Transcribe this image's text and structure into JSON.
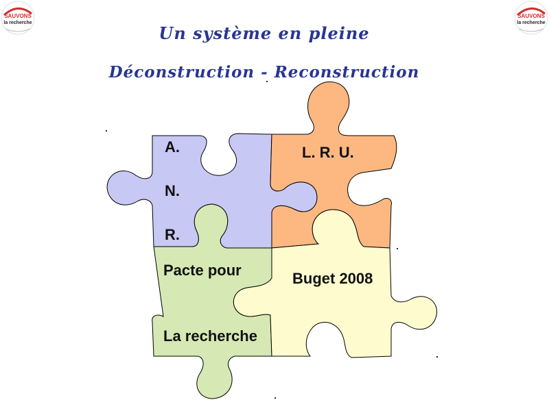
{
  "slide": {
    "title_line1": "Un système en pleine",
    "title_line2": "Déconstruction - Reconstruction"
  },
  "logo": {
    "brand_top": "SAUVONS",
    "brand_bottom": "la recherche",
    "accent_color": "#d32f2f"
  },
  "puzzle": {
    "pieces": [
      {
        "id": "anr",
        "labels": [
          "A.",
          "N.",
          "R."
        ],
        "color": "#c8c8f5"
      },
      {
        "id": "lru",
        "labels": [
          "L. R. U."
        ],
        "color": "#fdb882"
      },
      {
        "id": "pacte",
        "labels": [
          "Pacte pour",
          "La recherche"
        ],
        "color": "#d6e8b4"
      },
      {
        "id": "budget",
        "labels": [
          "Buget 2008"
        ],
        "color": "#fefcce"
      }
    ],
    "outline_color": "#000000"
  }
}
